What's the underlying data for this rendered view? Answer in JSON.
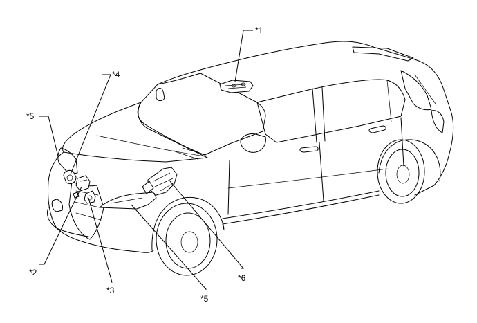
{
  "callouts": [
    {
      "id": "1",
      "label": "*1"
    },
    {
      "id": "2",
      "label": "*2"
    },
    {
      "id": "3",
      "label": "*3"
    },
    {
      "id": "4",
      "label": "*4"
    },
    {
      "id": "5a",
      "label": "*5"
    },
    {
      "id": "5b",
      "label": "*5"
    },
    {
      "id": "6",
      "label": "*6"
    }
  ]
}
